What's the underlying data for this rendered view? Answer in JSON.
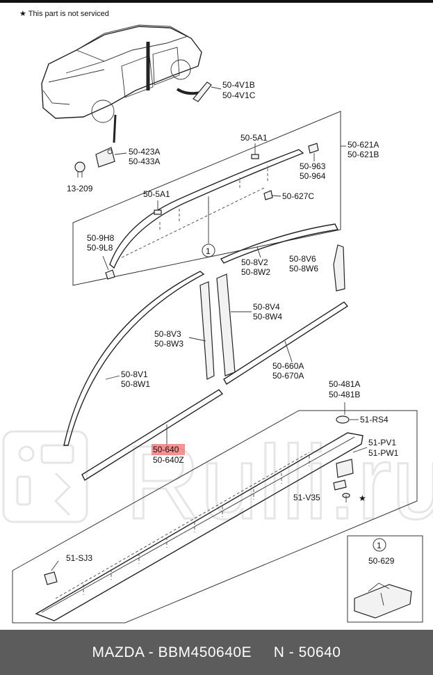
{
  "note": "★ This part is not serviced",
  "watermark": "Rulli.ru",
  "callout_number": "1",
  "labels": {
    "l_504v1b": "50-4V1B",
    "l_504v1c": "50-4V1C",
    "l_5005a1_top": "50-5A1",
    "l_50621a": "50-621A",
    "l_50621b": "50-621B",
    "l_50423a": "50-423A",
    "l_50433a": "50-433A",
    "l_50963": "50-963",
    "l_50964": "50-964",
    "l_13209": "13-209",
    "l_505a1_left": "50-5A1",
    "l_50627c": "50-627C",
    "l_509h8": "50-9H8",
    "l_509l8": "50-9L8",
    "l_508v2": "50-8V2",
    "l_508w2": "50-8W2",
    "l_508v6": "50-8V6",
    "l_508w6": "50-8W6",
    "l_508v4": "50-8V4",
    "l_508w4": "50-8W4",
    "l_508v3": "50-8V3",
    "l_508w3": "50-8W3",
    "l_50660a": "50-660A",
    "l_50670a": "50-670A",
    "l_508v1": "50-8V1",
    "l_508w1": "50-8W1",
    "l_50481a": "50-481A",
    "l_50481b": "50-481B",
    "l_51rs4": "51-RS4",
    "l_50640": "50-640",
    "l_50640z": "50-640Z",
    "l_51pv1": "51-PV1",
    "l_51pw1": "51-PW1",
    "l_51v35": "51-V35",
    "l_51sj3": "51-SJ3",
    "l_50629": "50-629"
  },
  "footer": "MAZDA - BBM450640E     N - 50640"
}
